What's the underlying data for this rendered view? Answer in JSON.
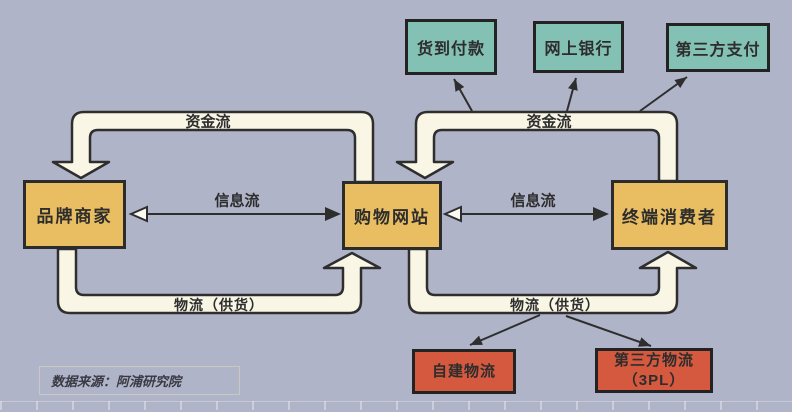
{
  "nodes": {
    "brand_merchant": {
      "label": "品牌商家"
    },
    "shopping_site": {
      "label": "购物网站"
    },
    "end_consumer": {
      "label": "终端消费者"
    },
    "payments": [
      {
        "label": "货到付款"
      },
      {
        "label": "网上银行"
      },
      {
        "label": "第三方支付"
      }
    ],
    "logistics": [
      {
        "label": "自建物流"
      },
      {
        "label": "第三方物流",
        "sublabel": "（3PL）"
      }
    ]
  },
  "flow_labels": {
    "capital_left": "资金流",
    "capital_right": "资金流",
    "info_left": "信息流",
    "info_right": "信息流",
    "logistics_left": "物流（供货）",
    "logistics_right": "物流（供货）"
  },
  "source_note": "数据来源：阿浦研究院",
  "colors": {
    "background": "#b0b4c8",
    "band_fill": "#faf6e6",
    "outline": "#2e2e2e",
    "node_yellow": "#e9bd61",
    "node_teal": "#84c1b5",
    "node_red": "#d5593f"
  }
}
